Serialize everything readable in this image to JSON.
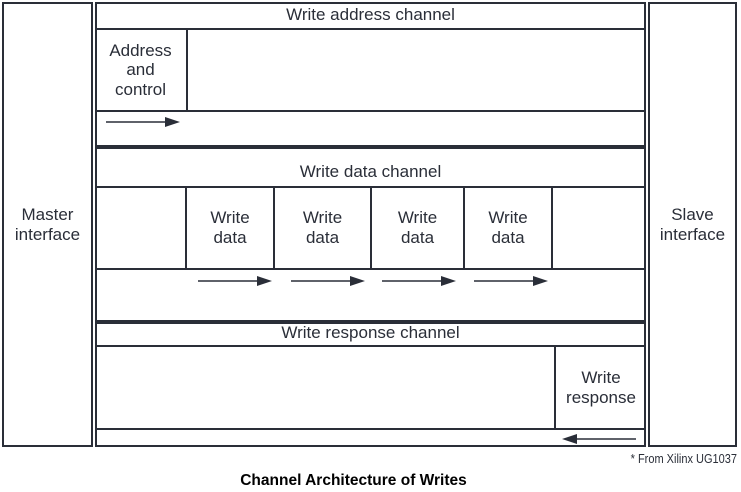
{
  "diagram": {
    "caption": "Channel Architecture of Writes",
    "source_note": "* From Xilinx UG1037",
    "colors": {
      "line": "#2a2e38",
      "background": "#ffffff",
      "text": "#2a2e38",
      "caption_text": "#000000"
    }
  },
  "endpoints": {
    "master": "Master\ninterface",
    "master_line1": "Master",
    "master_line2": "interface",
    "slave": "Slave\ninterface",
    "slave_line1": "Slave",
    "slave_line2": "interface"
  },
  "channels": [
    {
      "id": "write-address-channel",
      "label": "Write address channel",
      "direction": "master-to-slave",
      "cells": [
        {
          "id": "address-and-control",
          "lines": [
            "Address",
            "and",
            "control"
          ],
          "text": "Address and control"
        }
      ],
      "arrows": [
        {
          "direction": "right",
          "count": 1
        }
      ]
    },
    {
      "id": "write-data-channel",
      "label": "Write data channel",
      "direction": "master-to-slave",
      "cells": [
        {
          "id": "write-data-1",
          "lines": [
            "Write",
            "data"
          ],
          "text": "Write data"
        },
        {
          "id": "write-data-2",
          "lines": [
            "Write",
            "data"
          ],
          "text": "Write data"
        },
        {
          "id": "write-data-3",
          "lines": [
            "Write",
            "data"
          ],
          "text": "Write data"
        },
        {
          "id": "write-data-4",
          "lines": [
            "Write",
            "data"
          ],
          "text": "Write data"
        }
      ],
      "arrows": [
        {
          "direction": "right",
          "count": 4
        }
      ]
    },
    {
      "id": "write-response-channel",
      "label": "Write response channel",
      "direction": "slave-to-master",
      "cells": [
        {
          "id": "write-response",
          "lines": [
            "Write",
            "response"
          ],
          "text": "Write response"
        }
      ],
      "arrows": [
        {
          "direction": "left",
          "count": 1
        }
      ]
    }
  ],
  "cell_text": {
    "address_l1": "Address",
    "address_l2": "and",
    "address_l3": "control",
    "write_l1": "Write",
    "write_l2": "data",
    "response_l1": "Write",
    "response_l2": "response"
  },
  "labels": {
    "write_address_channel": "Write address channel",
    "write_data_channel": "Write data channel",
    "write_response_channel": "Write response channel"
  }
}
